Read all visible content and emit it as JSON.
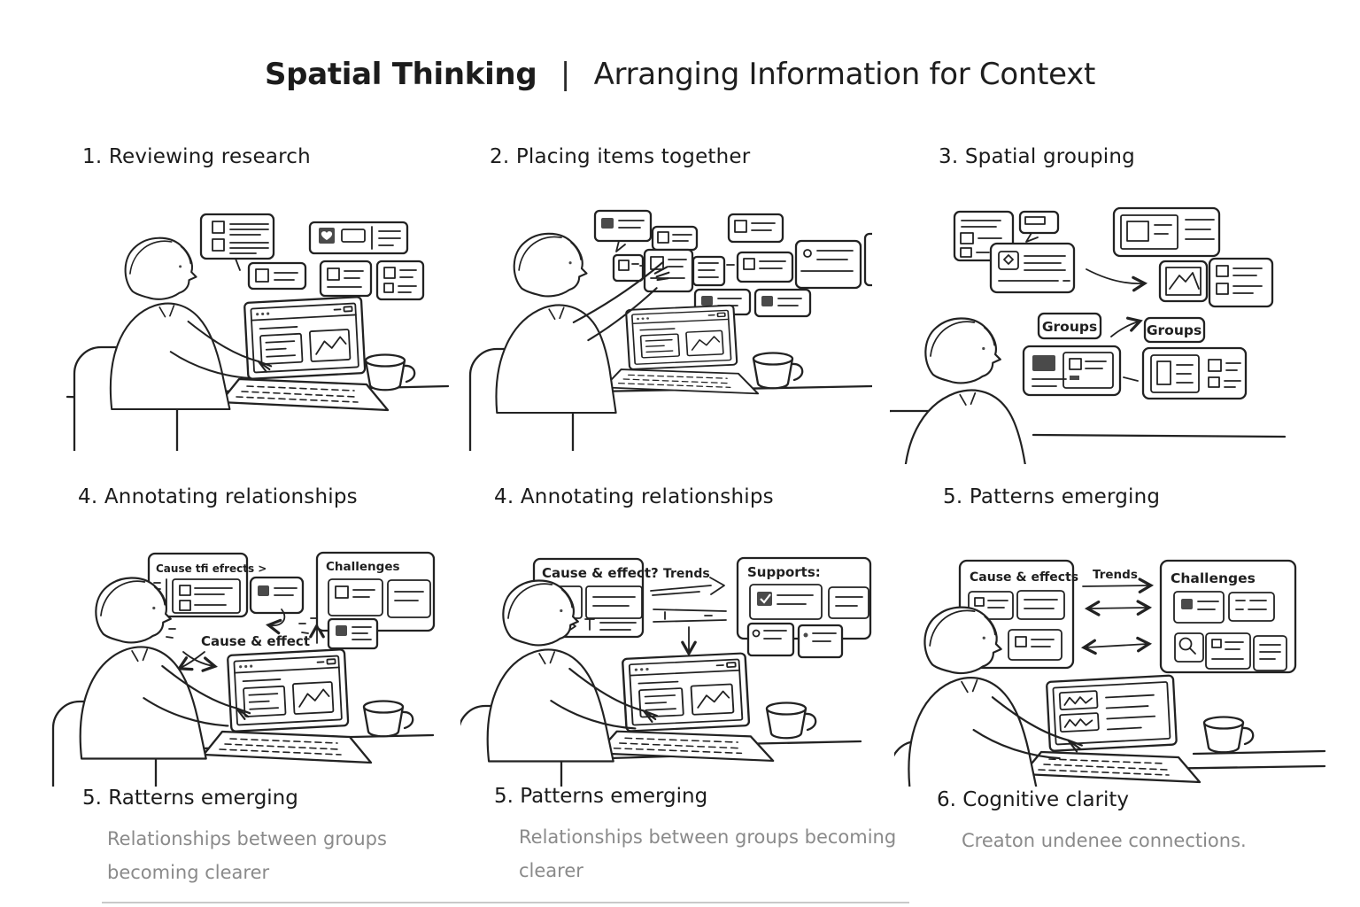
{
  "page": {
    "title_bold": "Spatial Thinking",
    "title_separator": "|",
    "title_light": "Arranging Information for Context"
  },
  "panels": [
    {
      "heading": "1. Reviewing research"
    },
    {
      "heading": "2. Placing items together"
    },
    {
      "heading": "3. Spatial grouping",
      "labels": {
        "groups_left": "Groups",
        "groups_right": "Groups"
      }
    },
    {
      "heading": "4. Annotating relationships",
      "labels": {
        "card_header": "Cause tfi efrects >",
        "annotation": "Cause & effect",
        "right_header": "Challenges"
      }
    },
    {
      "heading": "4. Annotating relationships",
      "labels": {
        "card_header": "Cause & effect?",
        "trends": "Trends",
        "supports_header": "Supports:"
      }
    },
    {
      "heading": "5. Patterns emerging",
      "labels": {
        "left_header": "Cause & effects",
        "trends": "Trends",
        "right_header": "Challenges"
      }
    }
  ],
  "captions": [
    {
      "title": "5. Ratterns emerging",
      "line1": "Relationships between groups",
      "line2": "becoming clearer"
    },
    {
      "title": "5. Patterns emerging",
      "line1": "Relationships between groups becoming",
      "line2": "clearer"
    },
    {
      "title": "6. Cognitive clarity",
      "line1": "Creaton undenee connections.",
      "line2": ""
    }
  ],
  "colors": {
    "ink": "#222222",
    "muted": "#8a8a8a",
    "dark_fill": "#4a4a4a"
  }
}
